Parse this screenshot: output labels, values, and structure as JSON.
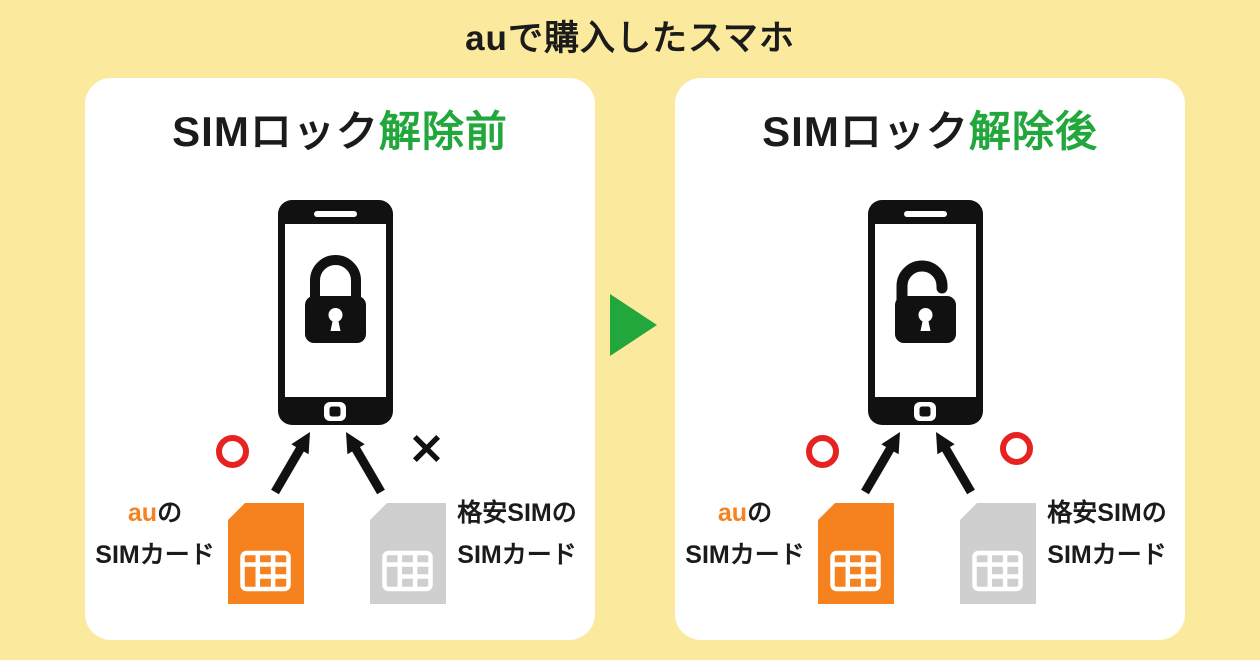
{
  "page": {
    "title": "auで購入したスマホ",
    "background_color": "#FBE99E"
  },
  "colors": {
    "accent_green": "#21A73C",
    "au_orange": "#F5821F",
    "mark_red": "#E62320",
    "cheap_sim_gray": "#CFCFCF",
    "ink_black": "#1b1b1b"
  },
  "flow_arrow": {
    "direction": "right",
    "meaning": "before-to-after",
    "color": "#21A73C"
  },
  "panels": [
    {
      "title_prefix": "SIMロック",
      "title_suffix": "解除前",
      "phone_lock_state": "locked",
      "au_sim": {
        "brand": "au",
        "label_line1_rest": "の",
        "label_line2": "SIMカード",
        "result_mark": "ok-circle"
      },
      "cheap_sim": {
        "label_line1": "格安SIMの",
        "label_line2": "SIMカード",
        "result_mark": "ng-cross"
      }
    },
    {
      "title_prefix": "SIMロック",
      "title_suffix": "解除後",
      "phone_lock_state": "unlocked",
      "au_sim": {
        "brand": "au",
        "label_line1_rest": "の",
        "label_line2": "SIMカード",
        "result_mark": "ok-circle"
      },
      "cheap_sim": {
        "label_line1": "格安SIMの",
        "label_line2": "SIMカード",
        "result_mark": "ok-circle"
      }
    }
  ]
}
